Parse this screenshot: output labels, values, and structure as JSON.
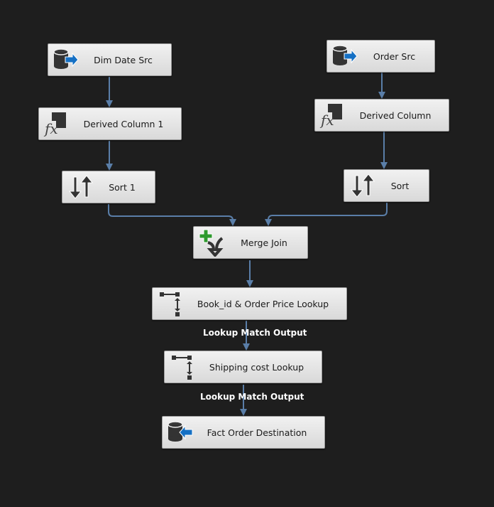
{
  "colors": {
    "background": "#1e1e1e",
    "connector": "#5a7ea8",
    "node_fill": "#e2e2e2",
    "icon_dark": "#333333",
    "icon_blue": "#1570c4",
    "icon_green": "#2e9a2e"
  },
  "nodes": {
    "dim_date_src": {
      "label": "Dim Date Src",
      "icon": "source-icon"
    },
    "derived_col_1": {
      "label": "Derived Column 1",
      "icon": "derived-column-icon"
    },
    "sort_1": {
      "label": "Sort 1",
      "icon": "sort-icon"
    },
    "order_src": {
      "label": "Order Src",
      "icon": "source-icon"
    },
    "derived_col": {
      "label": "Derived Column",
      "icon": "derived-column-icon"
    },
    "sort": {
      "label": "Sort",
      "icon": "sort-icon"
    },
    "merge_join": {
      "label": "Merge Join",
      "icon": "merge-join-icon"
    },
    "book_lookup": {
      "label": "Book_id & Order Price Lookup",
      "icon": "lookup-icon"
    },
    "shipping_lookup": {
      "label": "Shipping cost Lookup",
      "icon": "lookup-icon"
    },
    "fact_dest": {
      "label": "Fact Order Destination",
      "icon": "destination-icon"
    }
  },
  "path_labels": {
    "book_to_shipping": "Lookup Match Output",
    "shipping_to_dest": "Lookup Match Output"
  }
}
